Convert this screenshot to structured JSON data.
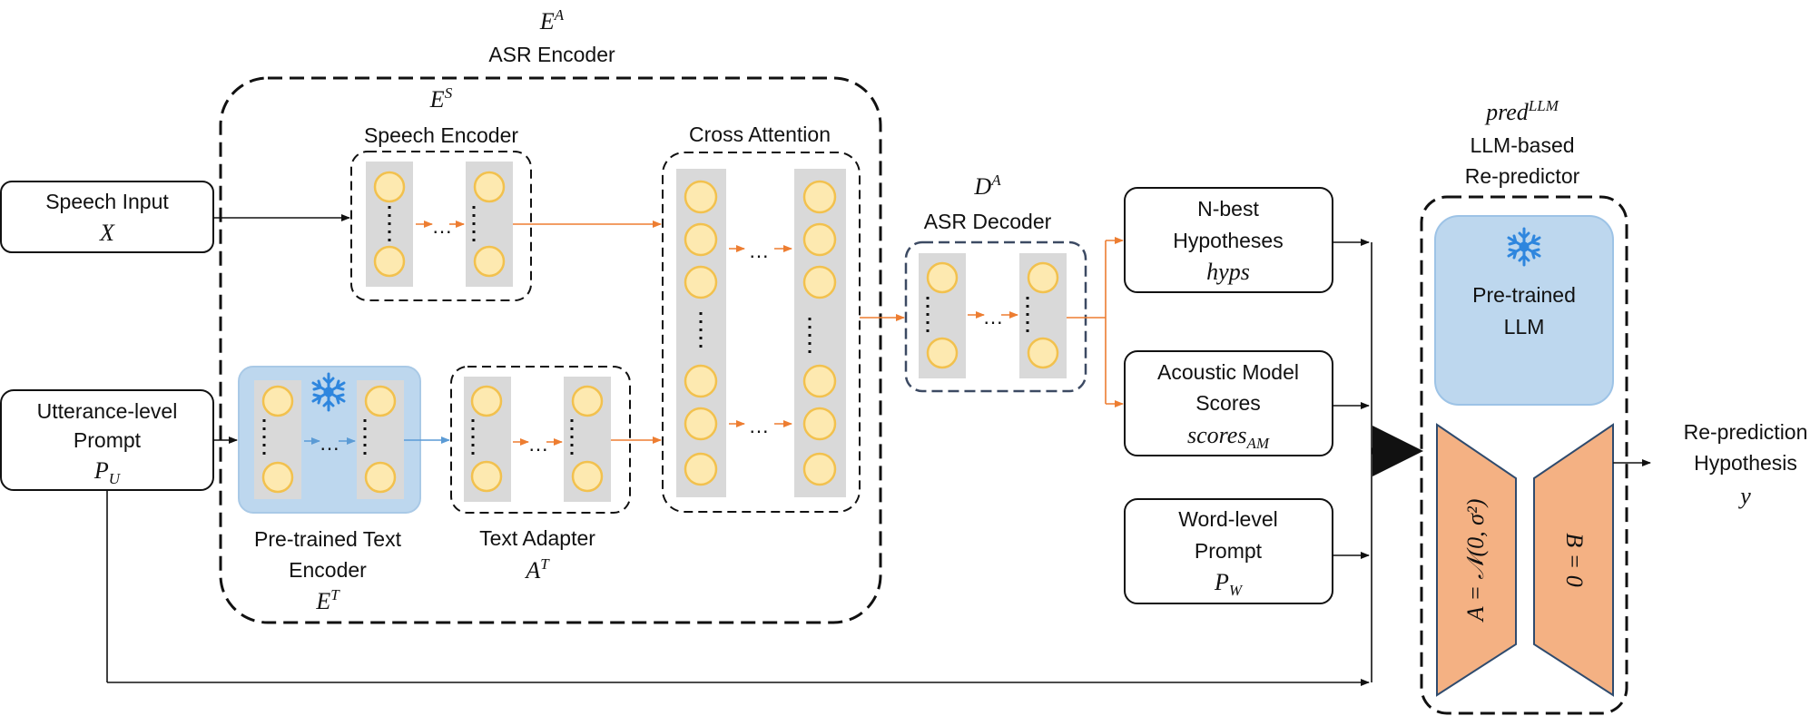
{
  "asr_encoder": {
    "sym": "E",
    "sup": "A",
    "label": "ASR Encoder"
  },
  "speech_encoder": {
    "sym": "E",
    "sup": "S",
    "label": "Speech Encoder"
  },
  "cross_attention": {
    "label": "Cross Attention"
  },
  "asr_decoder": {
    "sym": "D",
    "sup": "A",
    "label": "ASR Decoder"
  },
  "speech_input": {
    "label": "Speech Input",
    "sym": "X"
  },
  "utterance_prompt": {
    "line1": "Utterance-level",
    "line2": "Prompt",
    "sym": "P",
    "sub": "U"
  },
  "text_encoder": {
    "line1": "Pre-trained Text",
    "line2": "Encoder",
    "sym": "E",
    "sup": "T"
  },
  "text_adapter": {
    "label": "Text Adapter",
    "sym": "A",
    "sup": "T"
  },
  "nbest": {
    "line1": "N-best",
    "line2": "Hypotheses",
    "sym": "hyps"
  },
  "am_scores": {
    "line1": "Acoustic Model",
    "line2": "Scores",
    "sym": "scores",
    "sub": "AM"
  },
  "word_prompt": {
    "line1": "Word-level",
    "line2": "Prompt",
    "sym": "P",
    "sub": "W"
  },
  "repredictor": {
    "sym": "pred",
    "sup": "LLM",
    "line1": "LLM-based",
    "line2": "Re-predictor"
  },
  "llm": {
    "line1": "Pre-trained",
    "line2": "LLM"
  },
  "lora_a": {
    "label": "A = 𝒩(0, σ²)"
  },
  "lora_b": {
    "label": "B = 0"
  },
  "output": {
    "line1": "Re-prediction",
    "line2": "Hypothesis",
    "sym": "y"
  },
  "ellipsis": "…",
  "colors": {
    "orange_arrow": "#ed7d31",
    "blue_arrow": "#5b9bd5",
    "frozen_bg": "#bdd7ee",
    "lora": "#f4b183",
    "node": "#fde9b0"
  }
}
